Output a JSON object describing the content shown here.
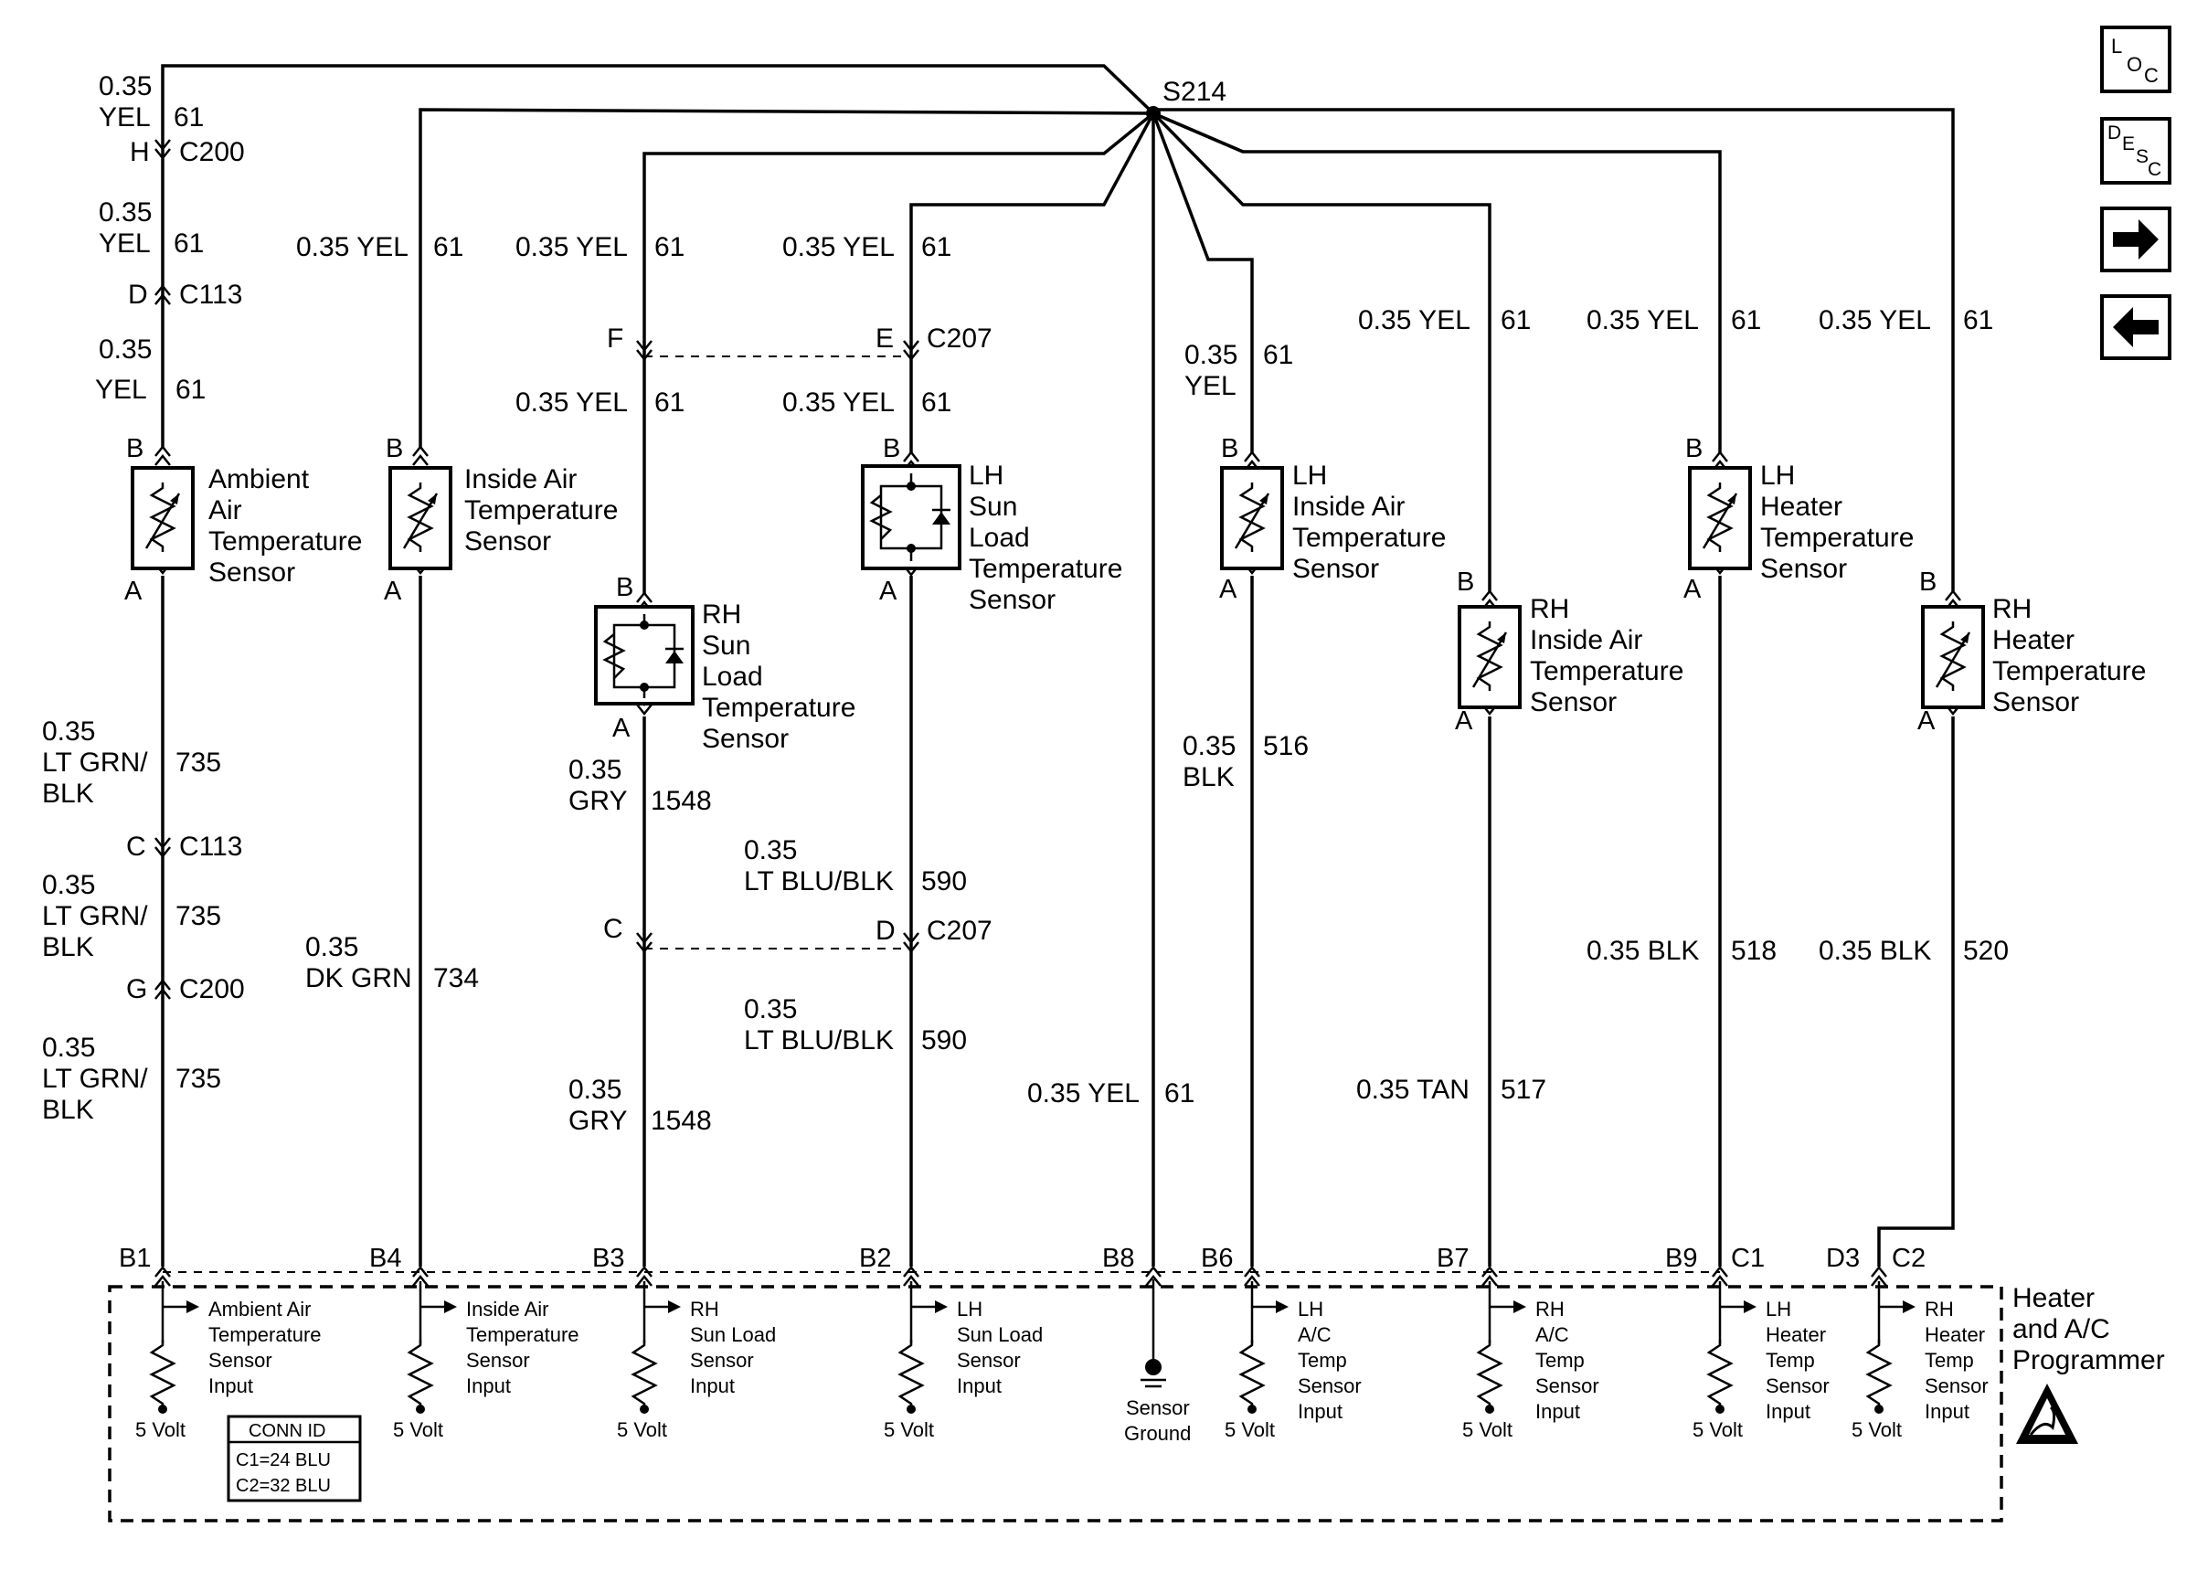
{
  "splice": "S214",
  "nav": {
    "loc": [
      "L",
      "O",
      "C"
    ],
    "desc": [
      "D",
      "E",
      "S",
      "C"
    ]
  },
  "wires_left": {
    "ambient": [
      {
        "l1": "0.35",
        "l2": "YEL",
        "circ": "61"
      },
      {
        "l1": "0.35",
        "l2": "YEL",
        "circ": "61"
      },
      {
        "l1": "0.35",
        "l2": "YEL",
        "circ": "61"
      }
    ],
    "ambient_lower": [
      {
        "l1": "0.35",
        "l2": "LT GRN/",
        "l3": "BLK",
        "circ": "735"
      },
      {
        "l1": "0.35",
        "l2": "LT GRN/",
        "l3": "BLK",
        "circ": "735"
      },
      {
        "l1": "0.35",
        "l2": "LT GRN/",
        "l3": "BLK",
        "circ": "735"
      }
    ]
  },
  "connectors": {
    "c200_top": {
      "pin": "H",
      "name": "C200"
    },
    "c113_top": {
      "pin": "D",
      "name": "C113"
    },
    "c113_bot": {
      "pin": "C",
      "name": "C113"
    },
    "c200_bot": {
      "pin": "G",
      "name": "C200"
    },
    "c207_top": {
      "pin_left": "F",
      "pin_right": "E",
      "name": "C207"
    },
    "c207_bot": {
      "pin_left": "C",
      "pin_right": "D",
      "name": "C207"
    }
  },
  "wire_labels": {
    "yel61": "0.35 YEL",
    "circ61": "61",
    "inside_lower": {
      "l1": "0.35",
      "l2": "DK GRN",
      "circ": "734"
    },
    "rh_sun_lower": {
      "l1": "0.35",
      "l2": "GRY",
      "circ": "1548"
    },
    "lh_sun_lower": {
      "l1": "0.35",
      "l2": "LT BLU/BLK",
      "circ": "590"
    },
    "lh_inside_top": {
      "l1": "0.35",
      "l2": "YEL",
      "circ": "61"
    },
    "lh_inside_lower": {
      "l1": "0.35",
      "l2": "BLK",
      "circ": "516"
    },
    "rh_inside_lower": {
      "text": "0.35 TAN",
      "circ": "517"
    },
    "lh_heater_lower": {
      "text": "0.35 BLK",
      "circ": "518"
    },
    "rh_heater_lower": {
      "text": "0.35 BLK",
      "circ": "520"
    },
    "ground": {
      "text": "0.35 YEL",
      "circ": "61"
    }
  },
  "sensors": {
    "ambient": [
      "Ambient",
      "Air",
      "Temperature",
      "Sensor"
    ],
    "inside": [
      "Inside Air",
      "Temperature",
      "Sensor"
    ],
    "rh_sun": [
      "RH",
      "Sun",
      "Load",
      "Temperature",
      "Sensor"
    ],
    "lh_sun": [
      "LH",
      "Sun",
      "Load",
      "Temperature",
      "Sensor"
    ],
    "lh_inside": [
      "LH",
      "Inside Air",
      "Temperature",
      "Sensor"
    ],
    "rh_inside": [
      "RH",
      "Inside Air",
      "Temperature",
      "Sensor"
    ],
    "lh_heater": [
      "LH",
      "Heater",
      "Temperature",
      "Sensor"
    ],
    "rh_heater": [
      "RH",
      "Heater",
      "Temperature",
      "Sensor"
    ]
  },
  "sensor_pins": {
    "top": "B",
    "bottom": "A"
  },
  "module": {
    "title": [
      "Heater",
      "and A/C",
      "Programmer"
    ],
    "pins": [
      "B1",
      "B4",
      "B3",
      "B2",
      "B8",
      "B6",
      "B7",
      "B9",
      "C1",
      "D3",
      "C2"
    ],
    "inputs": {
      "ambient": [
        "Ambient Air",
        "Temperature",
        "Sensor",
        "Input"
      ],
      "inside": [
        "Inside Air",
        "Temperature",
        "Sensor",
        "Input"
      ],
      "rh_sun": [
        "RH",
        "Sun Load",
        "Sensor",
        "Input"
      ],
      "lh_sun": [
        "LH",
        "Sun Load",
        "Sensor",
        "Input"
      ],
      "ground": [
        "Sensor",
        "Ground"
      ],
      "lh_ac": [
        "LH",
        "A/C",
        "Temp",
        "Sensor",
        "Input"
      ],
      "rh_ac": [
        "RH",
        "A/C",
        "Temp",
        "Sensor",
        "Input"
      ],
      "lh_heater": [
        "LH",
        "Heater",
        "Temp",
        "Sensor",
        "Input"
      ],
      "rh_heater": [
        "RH",
        "Heater",
        "Temp",
        "Sensor",
        "Input"
      ]
    },
    "volt": "5 Volt",
    "conn_id": {
      "title": "CONN ID",
      "c1": "C1=24 BLU",
      "c2": "C2=32 BLU"
    }
  }
}
